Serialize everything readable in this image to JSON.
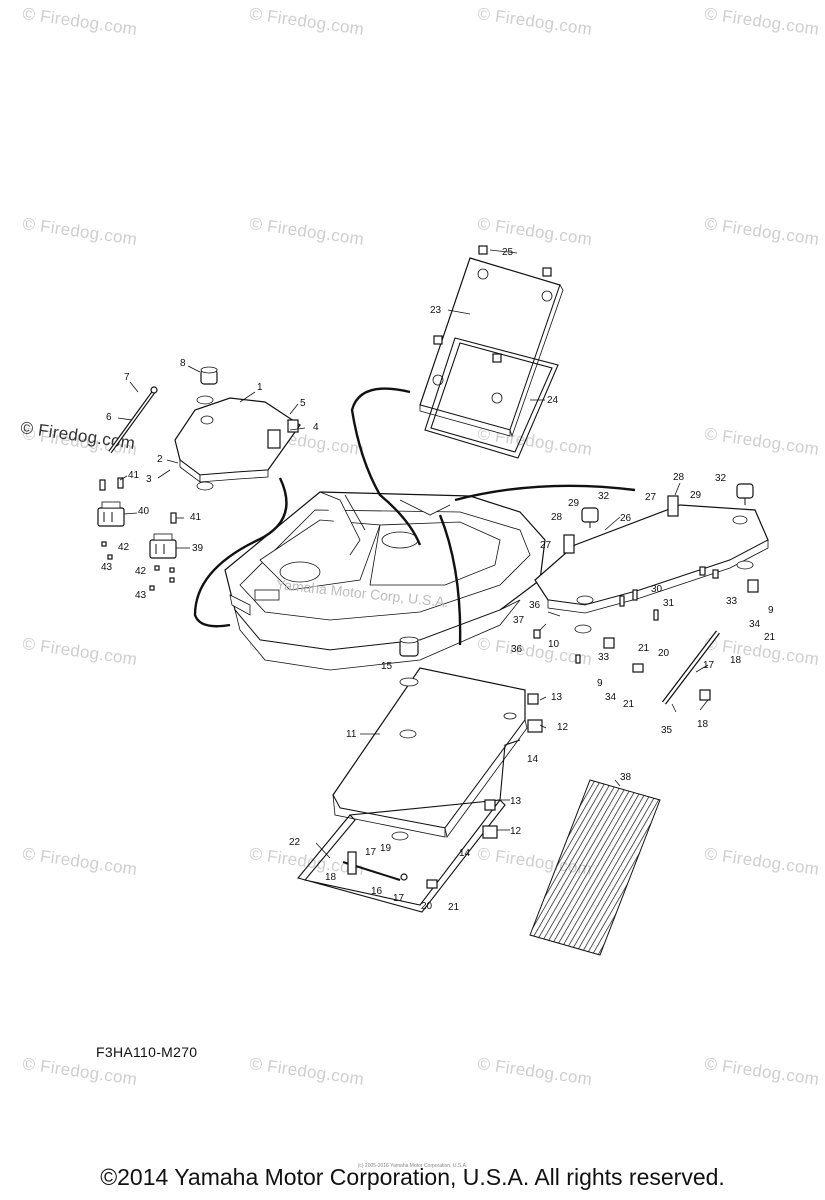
{
  "watermark": {
    "text": "© Firedog.com",
    "strong_text": "© Firedog.com",
    "boat_text": "Yamaha Motor Corp, U.S.A."
  },
  "callouts": [
    "1",
    "2",
    "3",
    "4",
    "5",
    "6",
    "7",
    "8",
    "9",
    "10",
    "11",
    "12",
    "13",
    "14",
    "15",
    "16",
    "17",
    "18",
    "19",
    "20",
    "21",
    "22",
    "23",
    "24",
    "25",
    "26",
    "27",
    "28",
    "29",
    "30",
    "31",
    "32",
    "33",
    "34",
    "35",
    "36",
    "37",
    "38",
    "39",
    "40",
    "41",
    "42",
    "43"
  ],
  "diagram_code": "F3HA110-M270",
  "copyright": {
    "main": "©2014 Yamaha Motor Corporation, U.S.A. All rights reserved.",
    "small": "(c) 2005-2016 Yamaha Motor Corporation, U.S.A."
  }
}
